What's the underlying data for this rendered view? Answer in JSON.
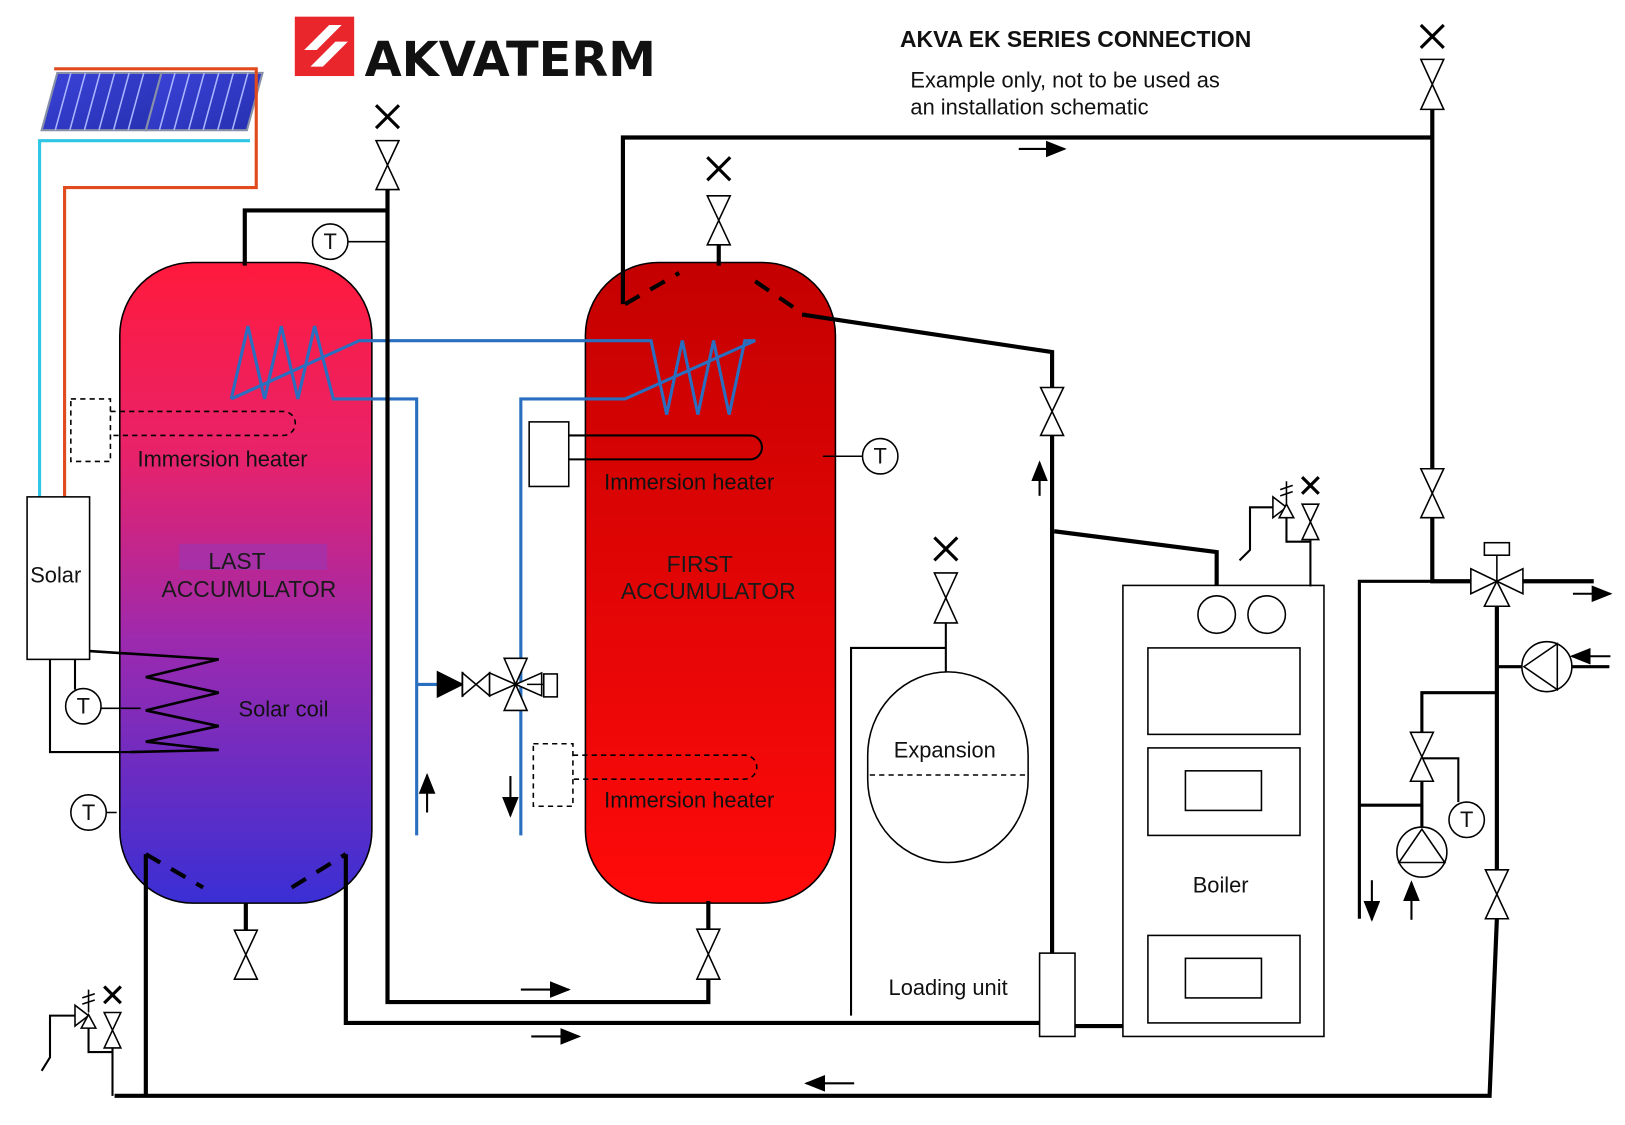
{
  "brand": {
    "name": "AKVATERM"
  },
  "header": {
    "title": "AKVA EK SERIES CONNECTION",
    "note_line1": "Example only, not to be used as",
    "note_line2": "an installation schematic"
  },
  "labels": {
    "solar": "Solar",
    "last_line1": "LAST",
    "last_line2": "ACCUMULATOR",
    "first_line1": "FIRST",
    "first_line2": "ACCUMULATOR",
    "immersion_heater": "Immersion heater",
    "solar_coil": "Solar coil",
    "expansion": "Expansion",
    "loading_unit": "Loading unit",
    "boiler": "Boiler",
    "sensor": "T"
  },
  "colors": {
    "brand_red": "#e8262b",
    "solar_supply": "#e04a1c",
    "solar_return": "#2fc6e6",
    "heat_exchanger": "#2a6fbf",
    "last_tank_top": "#ff1a3c",
    "last_tank_bottom": "#3a2fd4",
    "first_tank_top": "#c40000",
    "first_tank_bottom": "#ff0a0a"
  }
}
